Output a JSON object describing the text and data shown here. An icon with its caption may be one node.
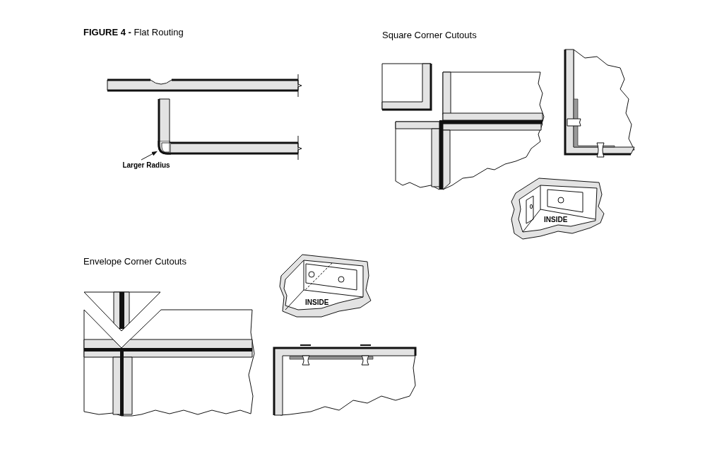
{
  "diagram": {
    "title": "**FIGURE 4 -** Flat Routing",
    "nodes": [
      {
        "text": [
          "Larger Radius"
        ]
      },
      {
        "text": [],
        "shape": "picture"
      }
    ],
    "edges": [
      {
        "from": 0,
        "to": 1,
        "arrow": "to"
      }
    ],
    "labels": [
      "Square Corner Cutouts",
      "INSIDE",
      "Envelope Corner Cutouts",
      "INSIDE"
    ]
  }
}
